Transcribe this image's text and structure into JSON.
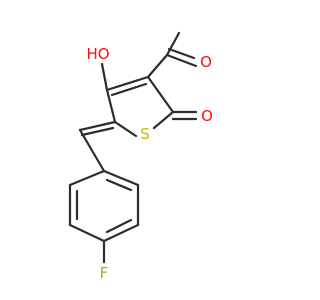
{
  "molecule": {
    "atoms": {
      "hydroxyl": {
        "symbol": "HO",
        "color": "#ff0d0d"
      },
      "ring_sulfur": {
        "symbol": "S",
        "color": "#c8b400"
      },
      "ketone_oxygen": {
        "symbol": "O",
        "color": "#ff0d0d"
      },
      "acetyl_oxygen": {
        "symbol": "O",
        "color": "#ff0d0d"
      },
      "fluorine": {
        "symbol": "F",
        "color": "#8fbf2a"
      }
    },
    "bond_color": "#2d2d2d"
  }
}
